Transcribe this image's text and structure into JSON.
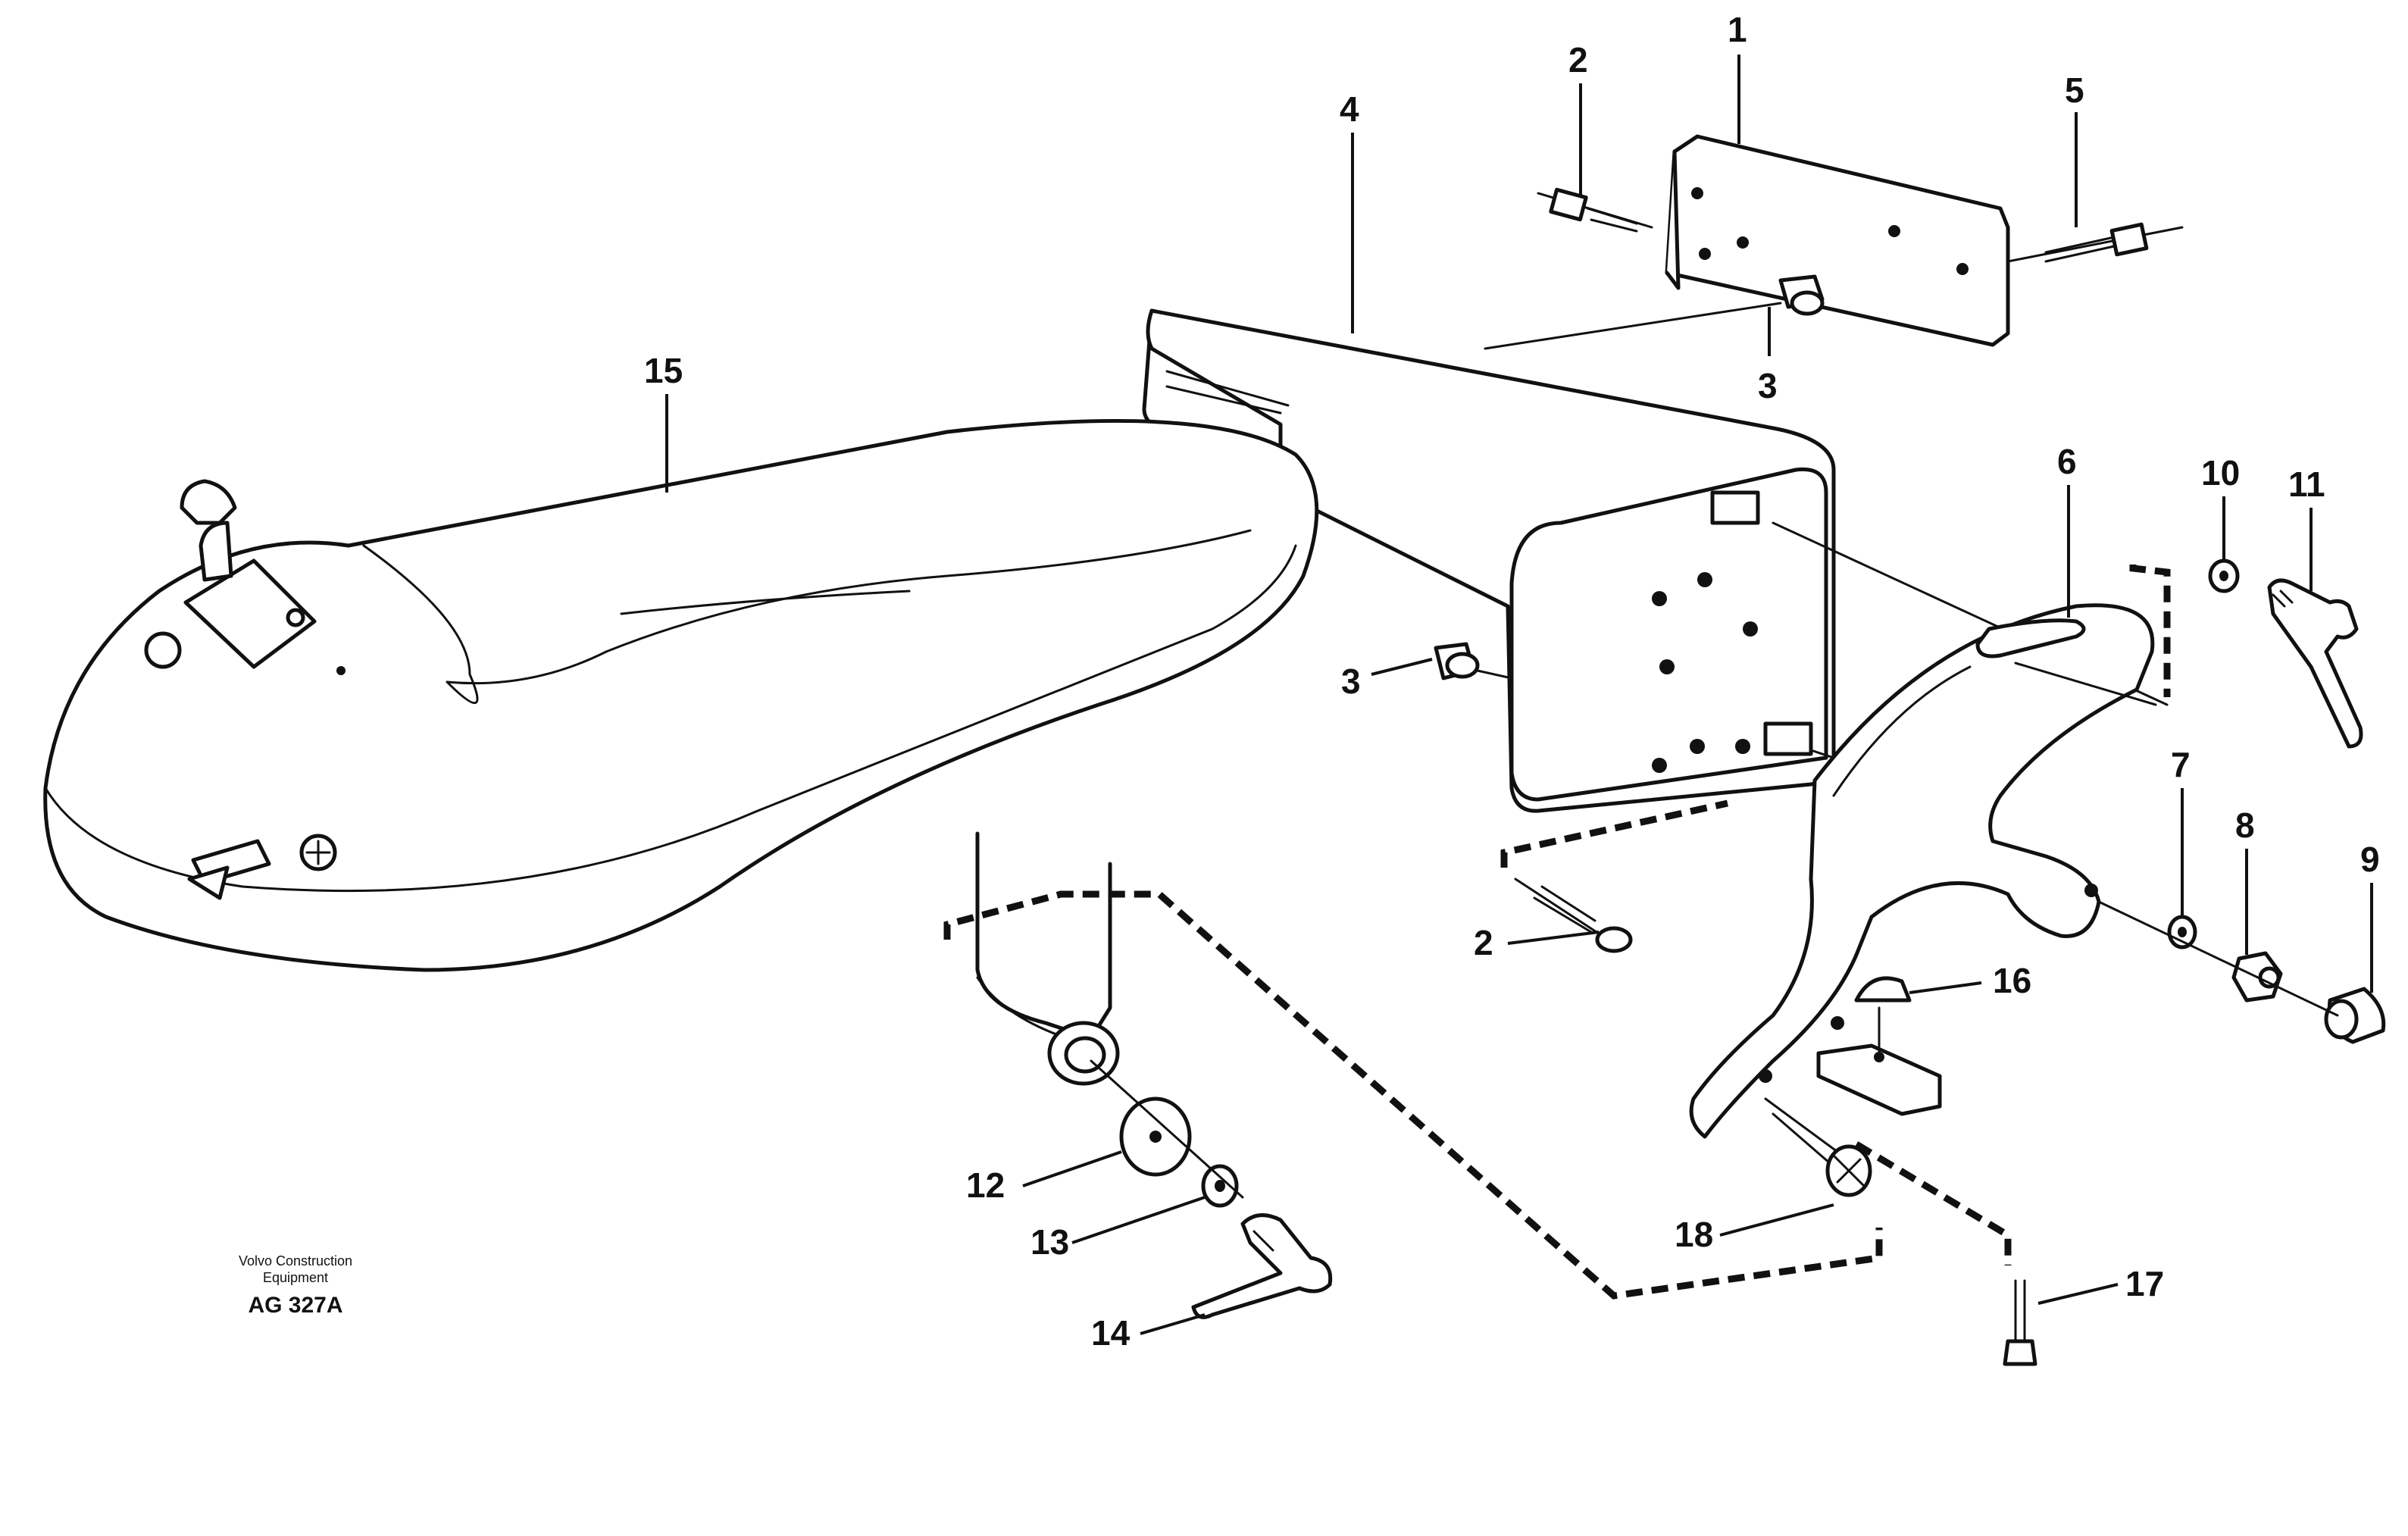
{
  "diagram": {
    "caption_line1": "Volvo Construction",
    "caption_line2": "Equipment",
    "drawing_code": "AG 327A",
    "callouts": [
      "1",
      "2",
      "5",
      "4",
      "15",
      "3",
      "6",
      "10",
      "11",
      "3",
      "7",
      "8",
      "9",
      "2",
      "16",
      "12",
      "13",
      "18",
      "17",
      "14"
    ]
  }
}
